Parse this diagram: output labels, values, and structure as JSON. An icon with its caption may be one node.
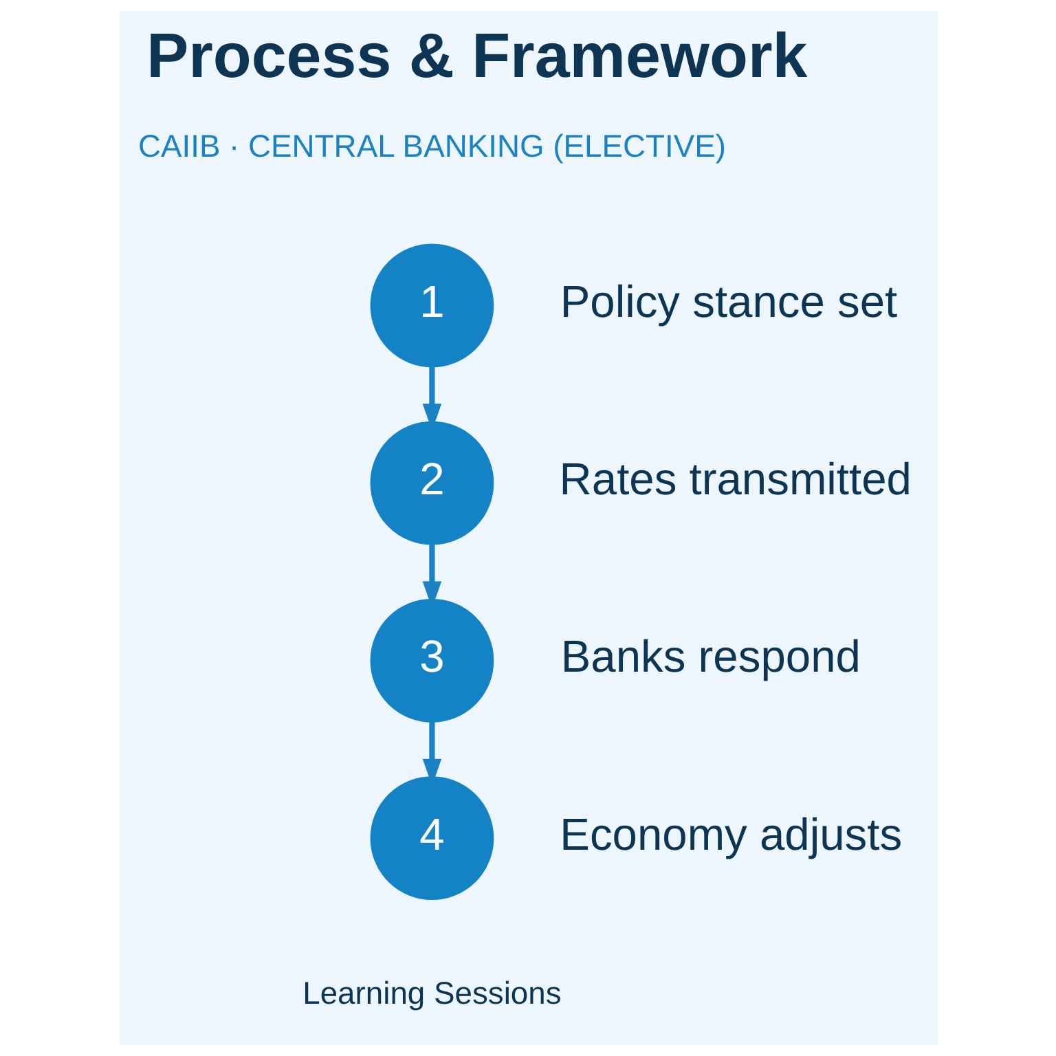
{
  "diagram": {
    "title": "Process & Framework",
    "nodes": [
      {
        "text": [
          "1"
        ],
        "beside": [
          "Policy stance set"
        ]
      },
      {
        "text": [
          "2"
        ],
        "beside": [
          "Rates transmitted"
        ]
      },
      {
        "text": [
          "3"
        ],
        "beside": [
          "Banks respond"
        ]
      },
      {
        "text": [
          "4"
        ],
        "beside": [
          "Economy adjusts"
        ]
      }
    ],
    "edges": [
      {
        "from": 0,
        "to": 1,
        "arrow": "to"
      },
      {
        "from": 1,
        "to": 2,
        "arrow": "to"
      },
      {
        "from": 2,
        "to": 3,
        "arrow": "to"
      }
    ],
    "labels": [
      "CAIIB · CENTRAL BANKING (ELECTIVE)",
      "Learning Sessions"
    ]
  }
}
